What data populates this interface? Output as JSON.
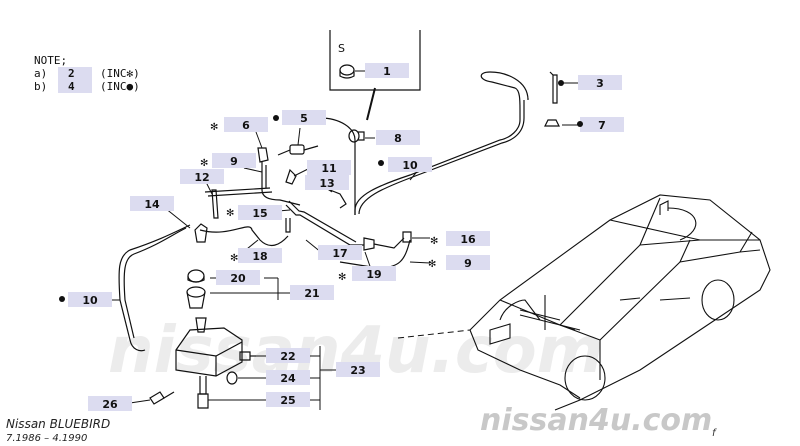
{
  "note": {
    "title": "NOTE;",
    "line_a_prefix": "a)",
    "line_a_part": "2",
    "line_a_suffix": "(INC✻)",
    "line_b_prefix": "b)",
    "line_b_part": "4",
    "line_b_suffix": "(INC●)"
  },
  "box_label": "S",
  "callouts": [
    {
      "id": "1"
    },
    {
      "id": "3"
    },
    {
      "id": "5"
    },
    {
      "id": "6"
    },
    {
      "id": "7"
    },
    {
      "id": "8"
    },
    {
      "id": "9"
    },
    {
      "id": "10"
    },
    {
      "id": "11"
    },
    {
      "id": "12"
    },
    {
      "id": "13"
    },
    {
      "id": "14"
    },
    {
      "id": "15"
    },
    {
      "id": "16"
    },
    {
      "id": "17"
    },
    {
      "id": "18"
    },
    {
      "id": "19"
    },
    {
      "id": "9"
    },
    {
      "id": "20"
    },
    {
      "id": "21"
    },
    {
      "id": "10"
    },
    {
      "id": "22"
    },
    {
      "id": "23"
    },
    {
      "id": "24"
    },
    {
      "id": "25"
    },
    {
      "id": "26"
    }
  ],
  "footer": {
    "model": "Nissan BLUEBIRD",
    "dates": "7.1986  –  4.1990"
  },
  "watermark": {
    "text": "nissan4u.com"
  },
  "page_mark": "f",
  "colors": {
    "callout_box": "#dcdcf0",
    "line": "#111111",
    "watermark_light": "#d9d9d9",
    "watermark_dark": "#c4c4c4"
  }
}
